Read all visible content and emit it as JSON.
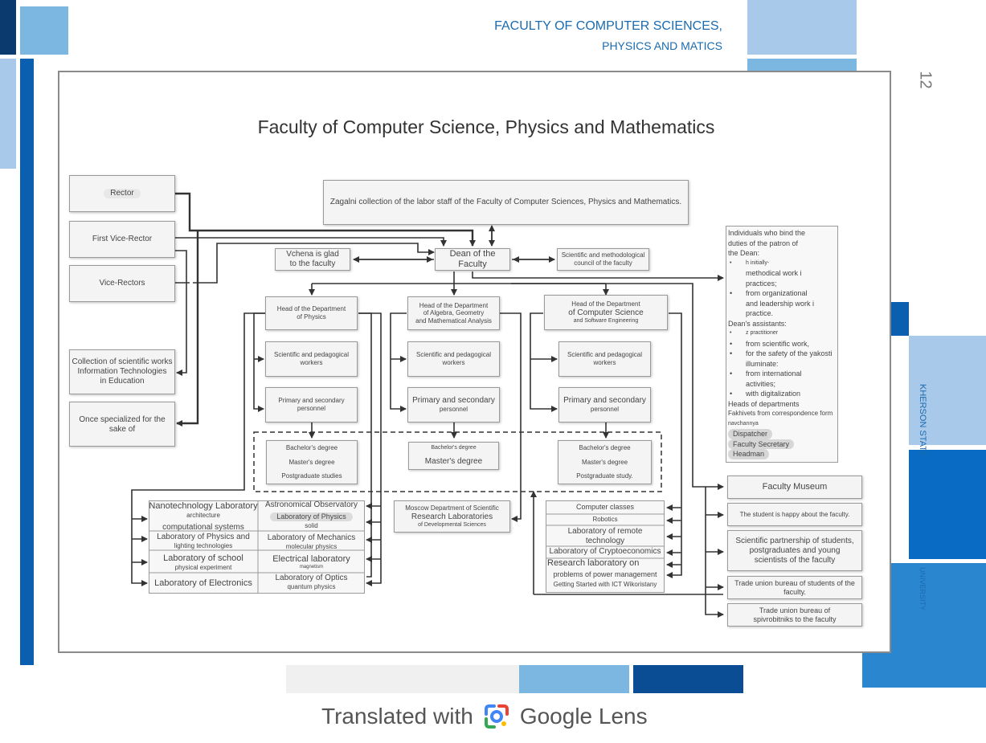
{
  "header": {
    "line1": "FACULTY OF COMPUTER SCIENCES,",
    "line2": "PHYSICS AND MATICS"
  },
  "page_number": "12",
  "side_text": {
    "university_name": "KHERSON STATE",
    "university_word": "UNIVERSITY"
  },
  "diagram": {
    "title": "Faculty of Computer Science, Physics and Mathematics",
    "left_column": {
      "rector": "Rector",
      "first_vice_rector": "First Vice-Rector",
      "vice_rectors": "Vice-Rectors",
      "collection_works": [
        "Collection of scientific works",
        "Information Technologies",
        "in Education"
      ],
      "once_specialized": "Once specialized for the sake of"
    },
    "top": {
      "collection_labor": "Zagalni collection of the labor staff of the Faculty of Computer Sciences, Physics and Mathematics.",
      "vchena": [
        "Vchena is glad",
        "to the faculty"
      ],
      "dean": "Dean of the Faculty",
      "council": [
        "Scientific and methodological",
        "council of the faculty"
      ]
    },
    "departments": [
      {
        "head": [
          "Head of the Department",
          "of Physics"
        ],
        "workers": [
          "Scientific and pedagogical",
          "workers"
        ],
        "personnel": [
          "Primary and secondary personnel"
        ],
        "degrees": [
          "Bachelor's degree",
          "Master's degree",
          "Postgraduate studies"
        ]
      },
      {
        "head": [
          "Head of the Department",
          "of Algebra, Geometry",
          "and Mathematical Analysis"
        ],
        "workers": [
          "Scientific and pedagogical",
          "workers"
        ],
        "personnel": [
          "Primary and secondary",
          "personnel"
        ],
        "degrees": [
          "Bachelor's degree",
          "Master's degree"
        ]
      },
      {
        "head": [
          "Head of the Department",
          "of Computer Science",
          "and Software Engineering"
        ],
        "workers": [
          "Scientific and pedagogical",
          "workers"
        ],
        "personnel": [
          "Primary and secondary",
          "personnel"
        ],
        "degrees": [
          "Bachelor's degree",
          "Master's degree",
          "Postgraduate study."
        ]
      }
    ],
    "physics_labs_left": [
      {
        "main": "Nanotechnology Laboratory",
        "sub": "architecture"
      },
      {
        "main": "computational systems",
        "sub": ""
      },
      {
        "main": "Laboratory of Physics and",
        "sub": "lighting technologies"
      },
      {
        "main": "Laboratory of school",
        "sub": "physical experiment"
      },
      {
        "main": "Laboratory of Electronics",
        "sub": ""
      }
    ],
    "physics_labs_right": [
      {
        "main": "Astronomical Observatory",
        "sub": ""
      },
      {
        "main": "Laboratory of Physics",
        "sub": "solid"
      },
      {
        "main": "Laboratory of Mechanics",
        "sub": "molecular physics"
      },
      {
        "main": "Electrical laboratory",
        "sub": "magnetism"
      },
      {
        "main": "Laboratory of Optics",
        "sub": "quantum physics"
      }
    ],
    "research": [
      "Moscow Department of Scientific",
      "Research Laboratories",
      "of Developmental Sciences"
    ],
    "cs_labs": [
      "Computer classes",
      "Robotics",
      "Laboratory of remote",
      "technology",
      "Laboratory of Cryptoeconomics",
      "Research laboratory on",
      "problems of power management",
      "Getting Started with ICT Wikoristany"
    ],
    "dean_assistants": {
      "intro": [
        "Individuals who bind the",
        "duties of the patron of",
        "the Dean:"
      ],
      "items1": [
        "h initially-",
        "methodical work i",
        "practices;",
        "from organizational",
        "and leadership work  i",
        "practice."
      ],
      "assistants_label": "Dean's assistants:",
      "items2": [
        "z practitioner",
        "from scientific work,",
        "for the safety of the yakosti",
        "illuminate:",
        "from international",
        "activities;",
        "with digitalization"
      ],
      "heads": "Heads of departments",
      "fakh": "Fakhivets from correspondence form",
      "navch": "navchannya",
      "dispatcher": "Dispatcher",
      "secretary": "Faculty Secretary",
      "headman": "Headman"
    },
    "right_boxes": [
      {
        "text": "Faculty Museum"
      },
      {
        "text": "The student is happy about the faculty."
      },
      {
        "text": "Scientific partnership of students, postgraduates and young scientists of the faculty"
      },
      {
        "text": "Trade union bureau of students of the faculty."
      },
      {
        "text": "Trade union bureau of spivrobitniks to the faculty"
      }
    ]
  },
  "footer": {
    "translated": "Translated with",
    "brand": "Google Lens"
  },
  "colors": {
    "accent": "#1a6bb0",
    "light_blue": "#7cb7e2",
    "pale_blue": "#a9c9ea",
    "dark_blue": "#0a4d94"
  }
}
